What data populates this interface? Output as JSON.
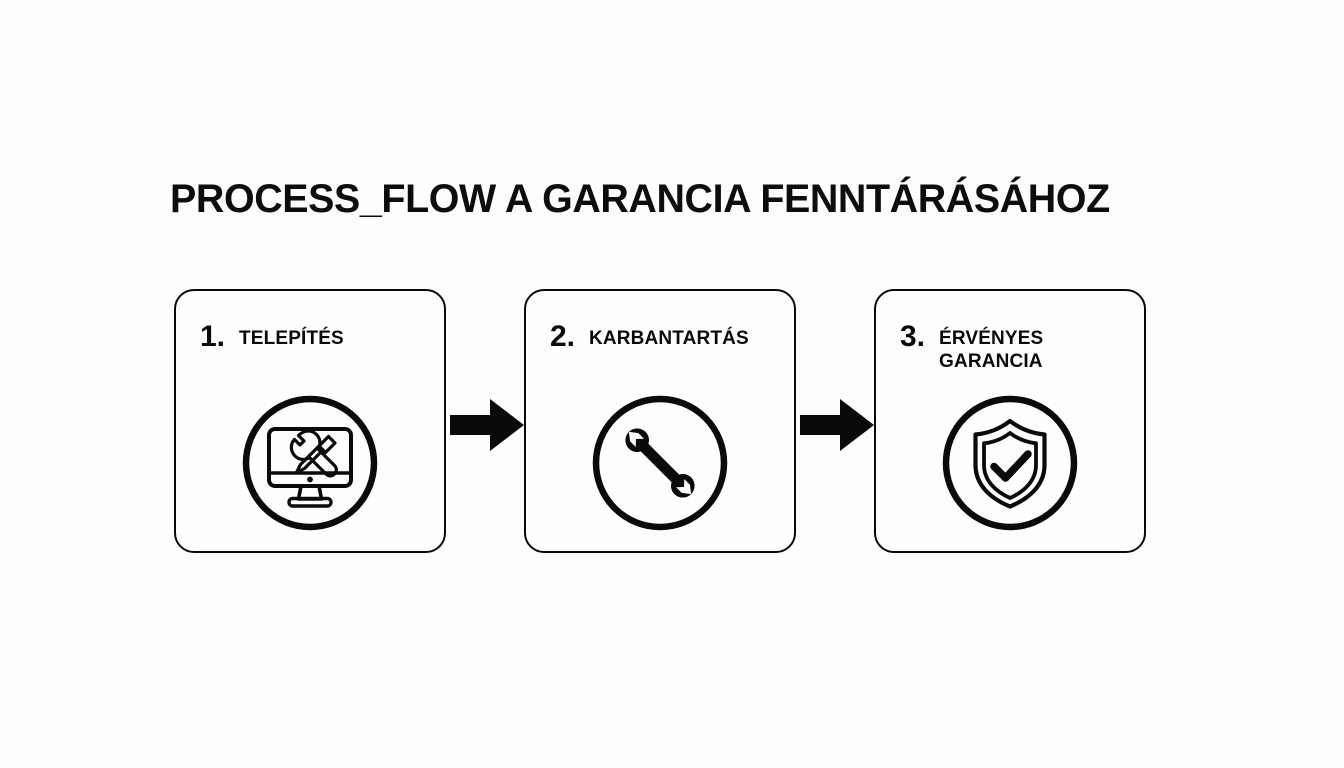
{
  "page": {
    "title": "PROCESS_FLOW A GARANCIA FENNTÁRÁSÁHOZ",
    "background_color": "#fdfdfd",
    "ink_color": "#0a0a0a"
  },
  "flow": {
    "steps": [
      {
        "number": "1.",
        "label": "TELEPÍTÉS",
        "icon": "monitor-tools-icon"
      },
      {
        "number": "2.",
        "label": "KARBANTARTÁS",
        "icon": "wrench-icon"
      },
      {
        "number": "3.",
        "label": "ÉRVÉNYES\nGARANCIA",
        "icon": "shield-check-icon"
      }
    ],
    "connectors": [
      {
        "icon": "arrow-right-icon"
      },
      {
        "icon": "arrow-right-icon"
      }
    ]
  }
}
